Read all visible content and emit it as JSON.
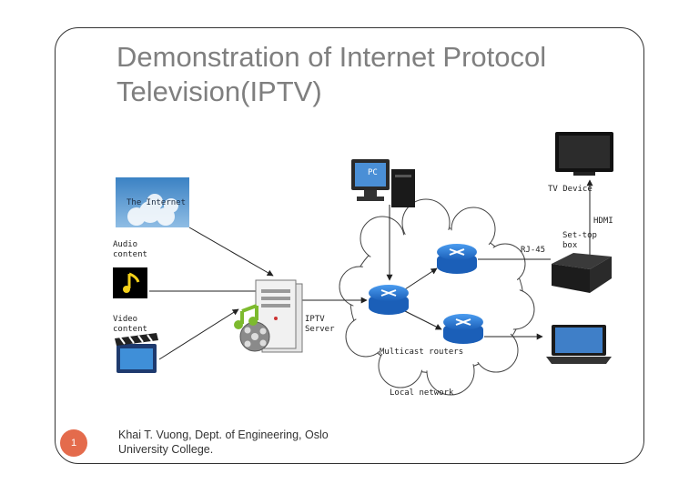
{
  "slide": {
    "title_line1": "Demonstration of Internet Protocol",
    "title_line2": "Television(IPTV)",
    "number": "1",
    "footer_line1": "Khai T. Vuong, Dept. of  Engineering, Oslo",
    "footer_line2": "University College."
  },
  "diagram": {
    "internet": "The Internet",
    "audio_line1": "Audio",
    "audio_line2": "content",
    "video_line1": "Video",
    "video_line2": "content",
    "server_line1": "IPTV",
    "server_line2": "Server",
    "pc": "PC",
    "tv_device": "TV Device",
    "hdmi": "HDMI",
    "settop_line1": "Set-top",
    "settop_line2": "box",
    "rj45": "RJ-45",
    "multicast": "Multicast routers",
    "local_network": "Local network"
  },
  "colors": {
    "title": "#7f7f7f",
    "badge": "#e46b4c",
    "router": "#2a72c9"
  }
}
